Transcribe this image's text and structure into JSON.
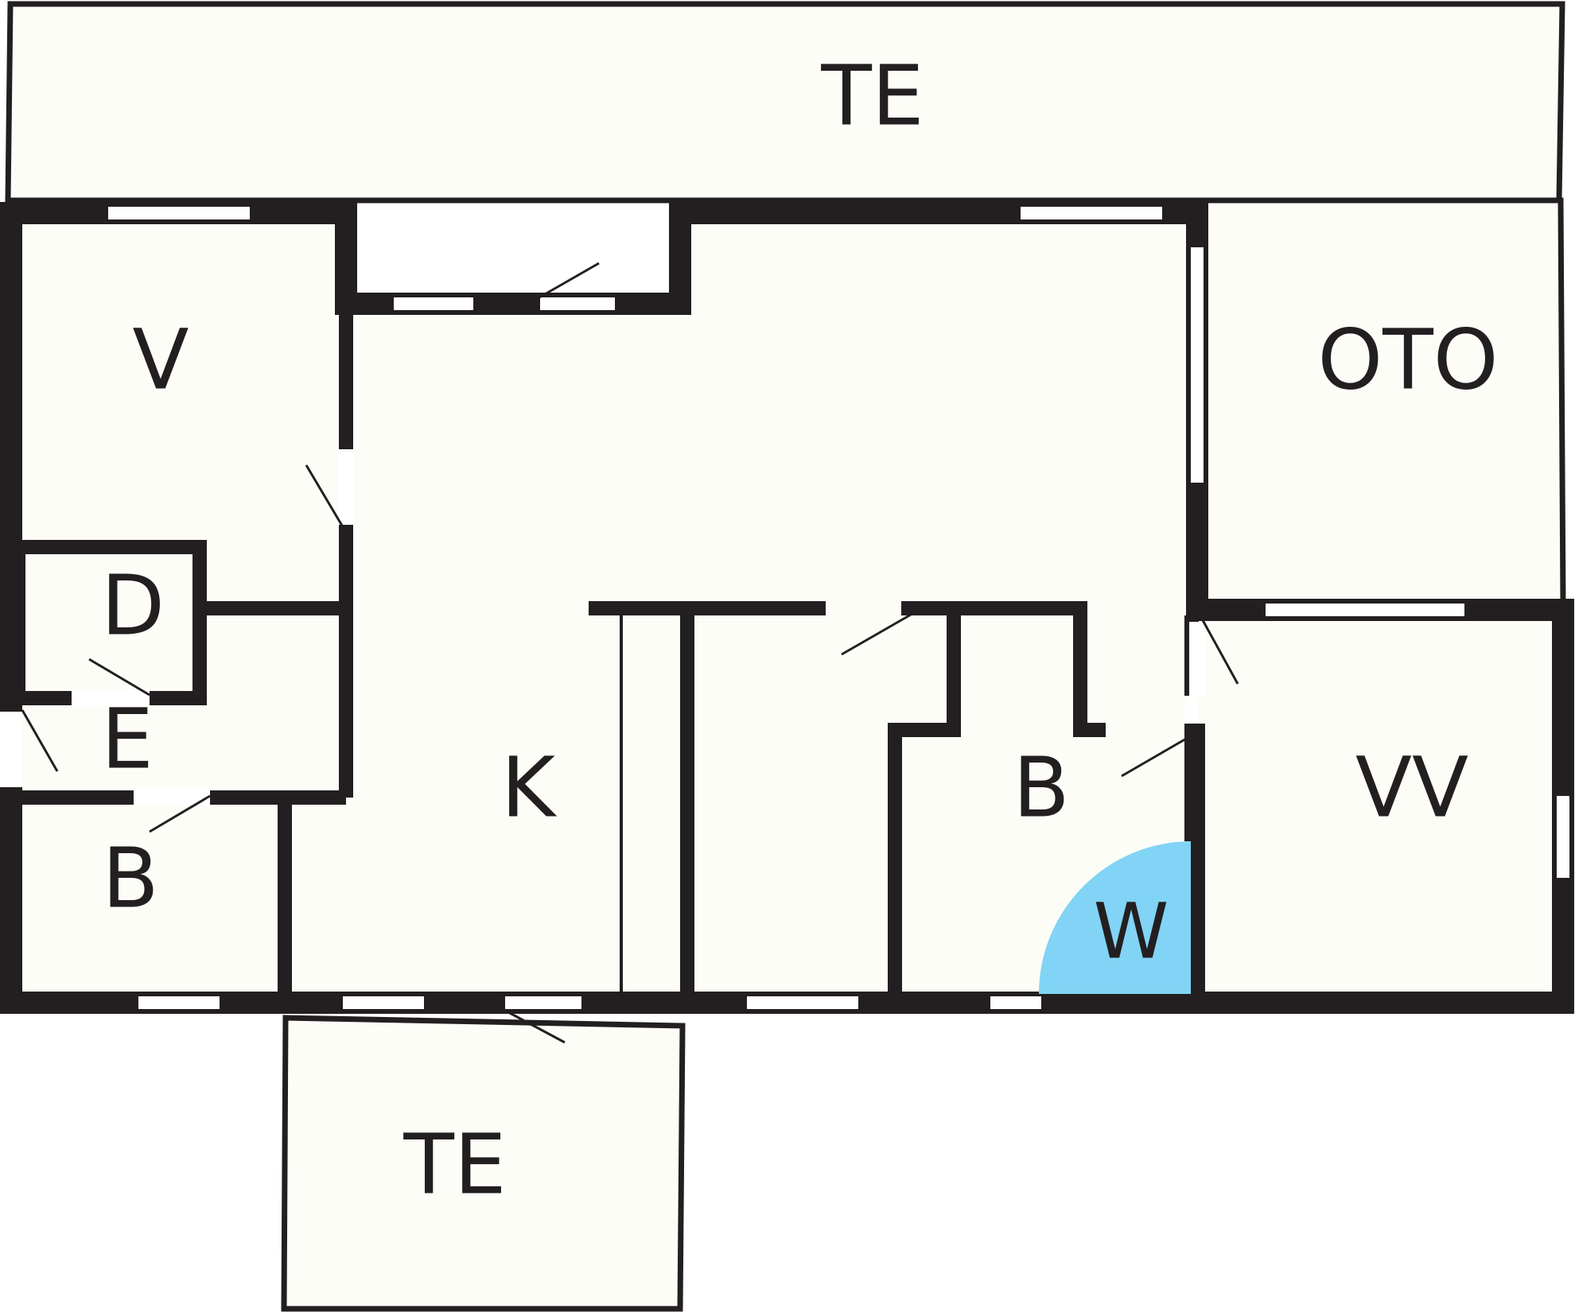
{
  "floor_plan": {
    "rooms": [
      {
        "id": "terrace-top",
        "label": "TE"
      },
      {
        "id": "room-v",
        "label": "V"
      },
      {
        "id": "room-oto",
        "label": "OTO"
      },
      {
        "id": "room-d",
        "label": "D"
      },
      {
        "id": "room-e",
        "label": "E"
      },
      {
        "id": "room-k",
        "label": "K"
      },
      {
        "id": "room-b-left",
        "label": "B"
      },
      {
        "id": "room-b-right",
        "label": "B"
      },
      {
        "id": "room-vv",
        "label": "VV"
      },
      {
        "id": "room-w",
        "label": "W"
      },
      {
        "id": "terrace-bottom",
        "label": "TE"
      }
    ],
    "colors": {
      "wall": "#231f20",
      "floor": "#fdfdf8",
      "washroom": "#81d4f5"
    }
  }
}
